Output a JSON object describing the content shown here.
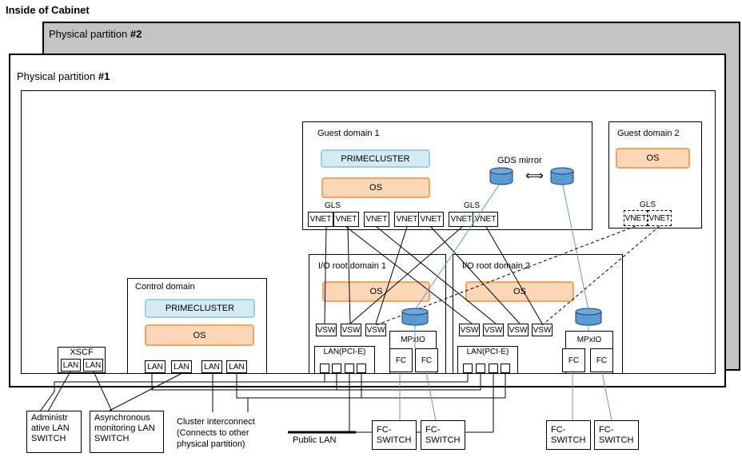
{
  "cabinet": {
    "title": "Inside of  Cabinet"
  },
  "partition2": {
    "label_prefix": "Physical partition ",
    "label_num": "#2"
  },
  "partition1": {
    "label_prefix": "Physical partition ",
    "label_num": "#1"
  },
  "guest1": {
    "title": "Guest domain 1",
    "cluster": "PRIMECLUSTER",
    "os": "OS",
    "gls": "GLS",
    "gls2": "GLS",
    "gds_mirror": "GDS mirror",
    "mirror_arrow": "⟺",
    "vnets": [
      "VNET",
      "VNET",
      "VNET",
      "VNET",
      "VNET",
      "VNET",
      "VNET"
    ]
  },
  "guest2": {
    "title": "Guest domain 2",
    "os": "OS",
    "gls": "GLS",
    "vnets": [
      "VNET",
      "VNET"
    ]
  },
  "control": {
    "title": "Control domain",
    "cluster": "PRIMECLUSTER",
    "os": "OS",
    "lans": [
      "LAN",
      "LAN",
      "LAN",
      "LAN"
    ]
  },
  "io1": {
    "title": "I/O root domain 1",
    "os": "OS",
    "vsws": [
      "VSW",
      "VSW",
      "VSW"
    ],
    "lan": "LAN(PCI-E)",
    "mpxio": "MPxIO",
    "fcs": [
      "FC",
      "FC"
    ]
  },
  "io2": {
    "title": "I/O root domain 2",
    "os": "OS",
    "vsws": [
      "VSW",
      "VSW",
      "VSW",
      "VSW"
    ],
    "lan": "LAN(PCI-E)",
    "mpxio": "MPxIO",
    "fcs": [
      "FC",
      "FC"
    ]
  },
  "xscf": {
    "title": "XSCF",
    "lans": [
      "LAN",
      "LAN"
    ]
  },
  "external": {
    "admin_lan": [
      "Administr",
      "ative LAN",
      "SWITCH"
    ],
    "async_lan": [
      "Asynchronous",
      "monitoring LAN",
      "SWITCH"
    ],
    "cluster_ic": [
      "Cluster interconnect",
      "(Connects to other",
      "physical partition)"
    ],
    "public_lan": "Public LAN",
    "fc_switch": [
      "FC-",
      "SWITCH"
    ]
  },
  "colors": {
    "cluster_fill": "#d3ebf2",
    "os_fill": "#fbd7b8",
    "os_border": "#f2a35d",
    "disk": "#5b9bd5",
    "partition2_fill": "#c4c4c4"
  }
}
